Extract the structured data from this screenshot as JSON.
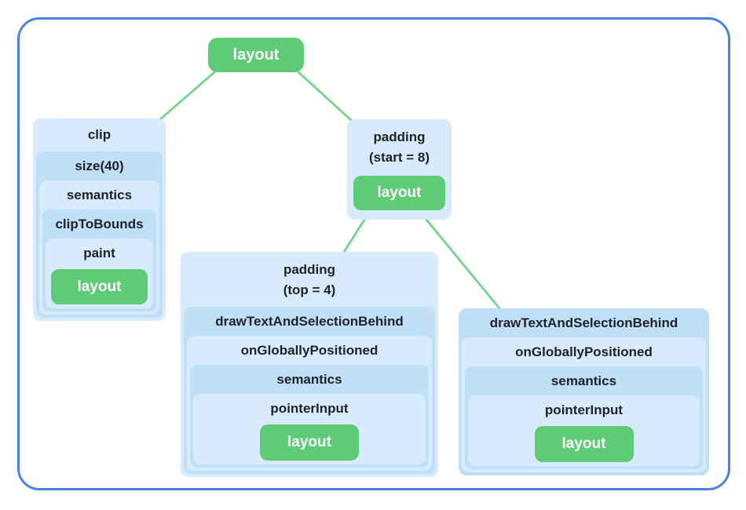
{
  "diagram": {
    "colors": {
      "frame_border": "#4b80ec",
      "light_blue": "#d7ebfc",
      "dark_blue": "#bfdff7",
      "leaf_green": "#5ecb77",
      "edge_green": "#67d581",
      "text_dark": "#202327",
      "leaf_text": "#ffffff"
    },
    "root": {
      "label": "layout"
    },
    "clip_chain": {
      "title": "clip",
      "levels": [
        "size(40)",
        "semantics",
        "clipToBounds",
        "paint"
      ],
      "leaf": "layout"
    },
    "padding_start": {
      "title_line1": "padding",
      "title_line2": "(start = 8)",
      "leaf": "layout"
    },
    "padding_top": {
      "title_line1": "padding",
      "title_line2": "(top = 4)",
      "levels": [
        "drawTextAndSelectionBehind",
        "onGloballyPositioned",
        "semantics",
        "pointerInput"
      ],
      "leaf": "layout"
    },
    "draw_chain": {
      "title": "drawTextAndSelectionBehind",
      "levels": [
        "onGloballyPositioned",
        "semantics",
        "pointerInput"
      ],
      "leaf": "layout"
    }
  }
}
